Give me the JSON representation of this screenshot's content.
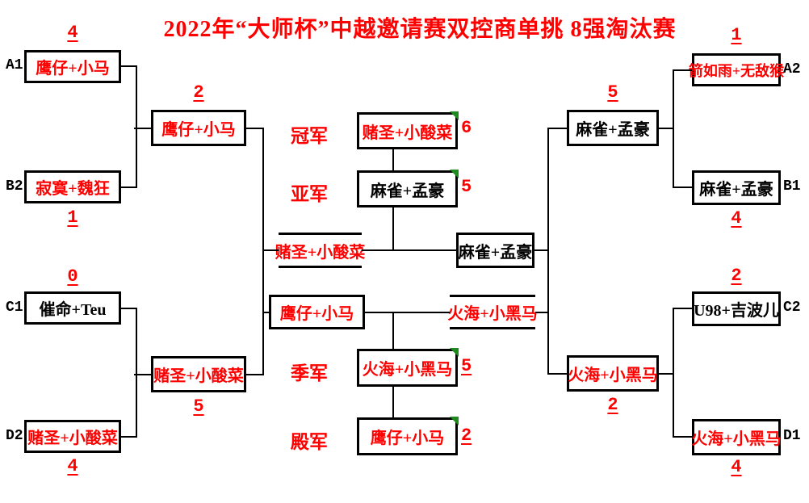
{
  "title": "2022年“大师杯”中越邀请赛双控商单挑 8强淘汰赛",
  "colors": {
    "accent_red": "#ff0000",
    "line_black": "#000000",
    "comment_marker_green": "#1e8a1e",
    "background": "#ffffff"
  },
  "round1_left": [
    {
      "seed": "A1",
      "team": "鹰仔+小马",
      "score": "4",
      "score_pos": "above",
      "team_color": "red"
    },
    {
      "seed": "B2",
      "team": "寂寞+魏狂",
      "score": "1",
      "score_pos": "below",
      "team_color": "red"
    },
    {
      "seed": "C1",
      "team": "催命+Teu",
      "score": "0",
      "score_pos": "above",
      "team_color": "black"
    },
    {
      "seed": "D2",
      "team": "赌圣+小酸菜",
      "score": "4",
      "score_pos": "below",
      "team_color": "red"
    }
  ],
  "round1_right": [
    {
      "seed": "A2",
      "team": "箭如雨+无敌猴",
      "score": "1",
      "score_pos": "above",
      "team_color": "red"
    },
    {
      "seed": "B1",
      "team": "麻雀+孟豪",
      "score": "4",
      "score_pos": "below",
      "team_color": "black"
    },
    {
      "seed": "C2",
      "team": "U98+吉波儿",
      "score": "2",
      "score_pos": "above",
      "team_color": "black"
    },
    {
      "seed": "D1",
      "team": "火海+小黑马",
      "score": "4",
      "score_pos": "below",
      "team_color": "red"
    }
  ],
  "semis_left": [
    {
      "team": "鹰仔+小马",
      "score": "2",
      "score_pos": "above",
      "team_color": "red"
    },
    {
      "team": "赌圣+小酸菜",
      "score": "5",
      "score_pos": "below",
      "team_color": "red"
    }
  ],
  "semis_right": [
    {
      "team": "麻雀+孟豪",
      "score": "5",
      "score_pos": "above",
      "team_color": "black"
    },
    {
      "team": "火海+小黑马",
      "score": "2",
      "score_pos": "below",
      "team_color": "red"
    }
  ],
  "final_match": {
    "left": "赌圣+小酸菜",
    "right": "麻雀+孟豪"
  },
  "third_place_match": {
    "left": "鹰仔+小马",
    "right": "火海+小黑马"
  },
  "standings": [
    {
      "rank_label": "冠军",
      "team": "赌圣+小酸菜",
      "score": "6",
      "team_color": "red"
    },
    {
      "rank_label": "亚军",
      "team": "麻雀+孟豪",
      "score": "5",
      "team_color": "black"
    },
    {
      "rank_label": "季军",
      "team": "火海+小黑马",
      "score": "5",
      "team_color": "red"
    },
    {
      "rank_label": "殿军",
      "team": "鹰仔+小马",
      "score": "2",
      "team_color": "red"
    }
  ]
}
